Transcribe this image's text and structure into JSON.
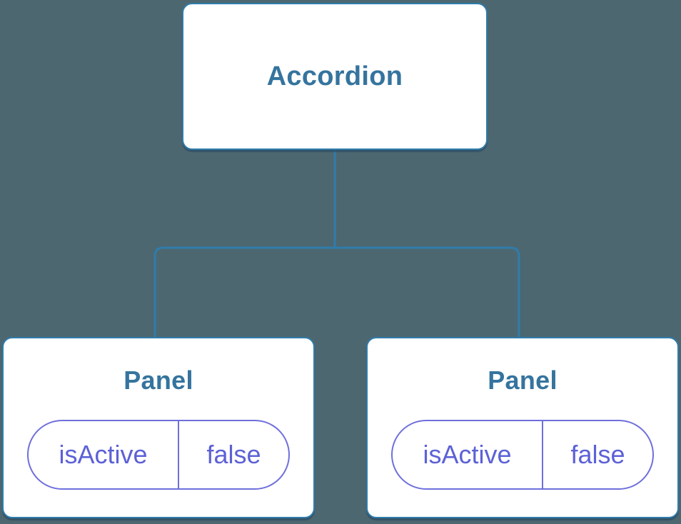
{
  "diagram": {
    "type": "component-tree",
    "root": {
      "label": "Accordion"
    },
    "children": [
      {
        "label": "Panel",
        "state": {
          "name": "isActive",
          "value": "false"
        }
      },
      {
        "label": "Panel",
        "state": {
          "name": "isActive",
          "value": "false"
        }
      }
    ],
    "colors": {
      "background": "#4d6771",
      "connector": "#2f7cab",
      "node_border": "#2f7cab",
      "node_background": "#ffffff",
      "node_text": "#35749e",
      "state_border": "#6f6fdc",
      "state_text": "#5c61d6"
    }
  }
}
